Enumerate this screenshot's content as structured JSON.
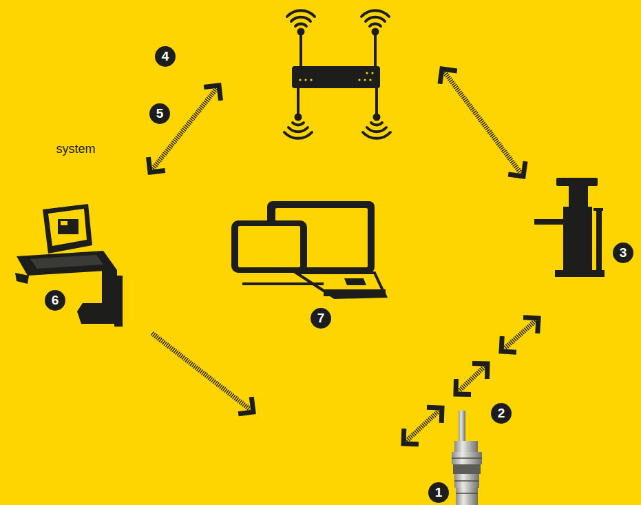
{
  "diagram": {
    "labels": [
      "system",
      "5",
      "4",
      "6",
      "7",
      "3",
      "2",
      "1"
    ]
  }
}
